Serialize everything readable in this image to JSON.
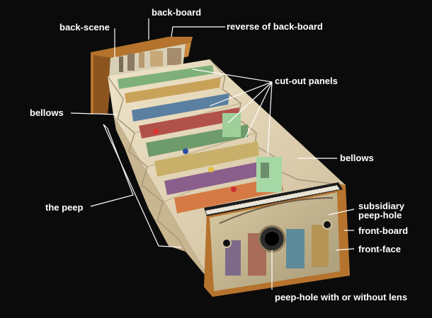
{
  "labels": {
    "back_board": "back-board",
    "back_scene": "back-scene",
    "reverse_of_back_board": "reverse of back-board",
    "cut_out_panels": "cut-out panels",
    "bellows_left": "bellows",
    "bellows_right": "bellows",
    "the_peep": "the peep",
    "subsidiary_peep_hole_line1": "subsidiary",
    "subsidiary_peep_hole_line2": "peep-hole",
    "front_board": "front-board",
    "front_face": "front-face",
    "peep_hole": "peep-hole with or without lens"
  },
  "colors": {
    "background": "#0b0b0b",
    "label_text": "#ffffff",
    "leader_line": "#ffffff",
    "paper": "#e9dcc0",
    "board": "#b5732d"
  }
}
